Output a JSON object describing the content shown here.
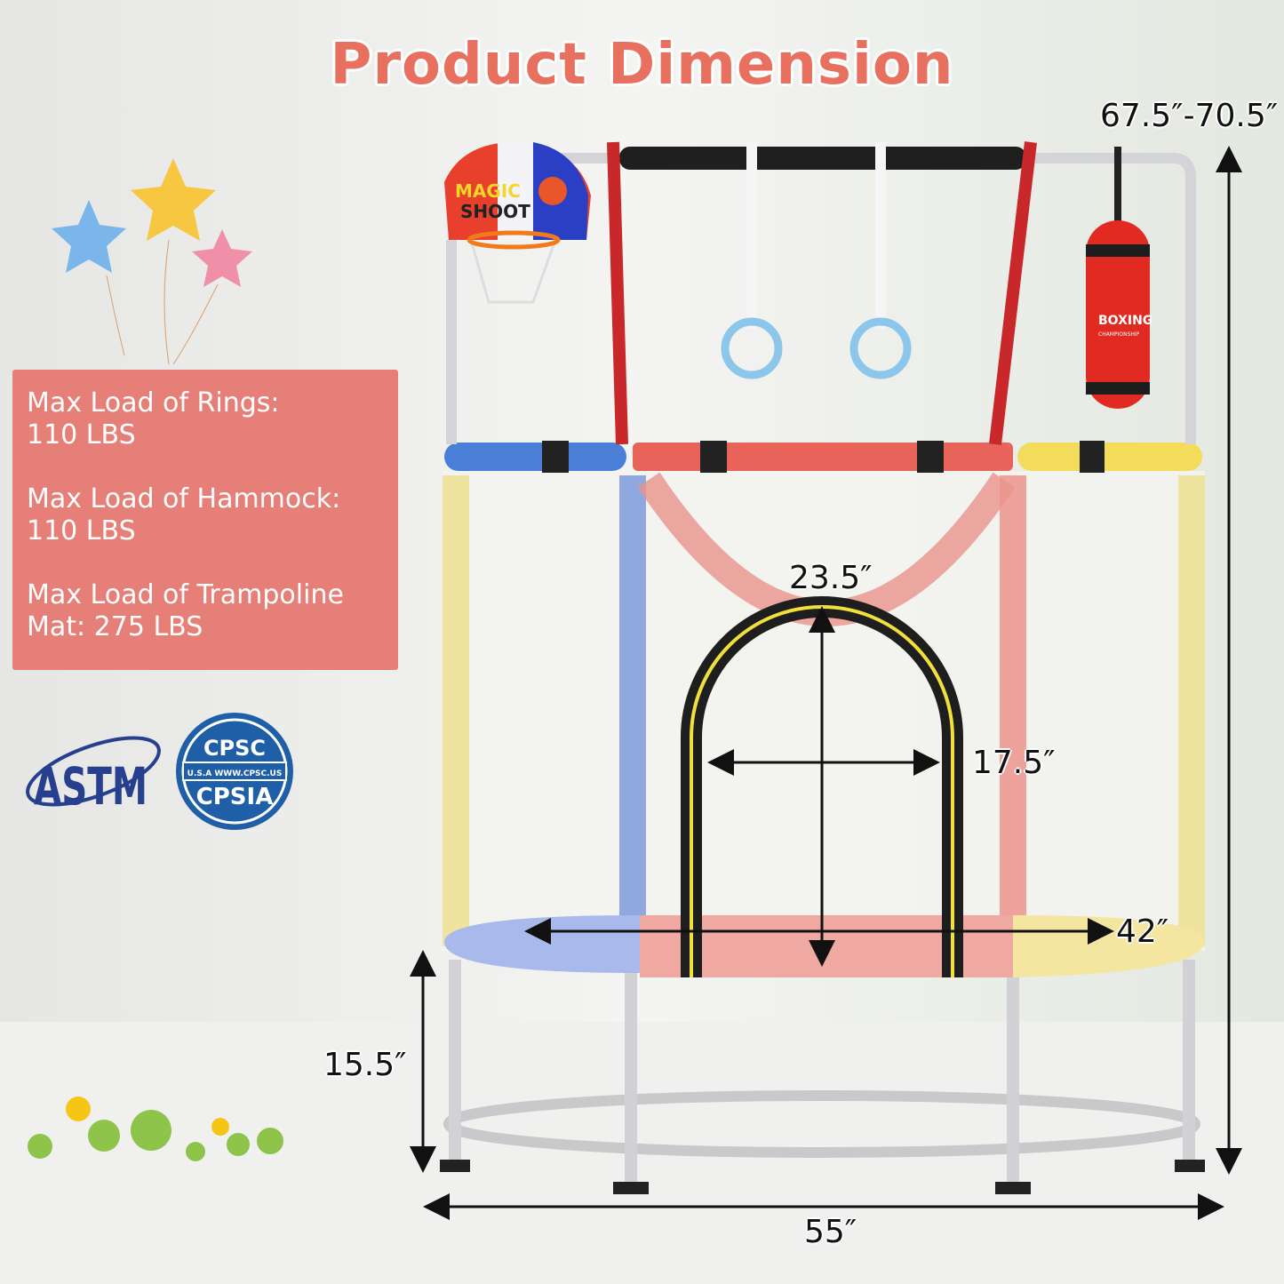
{
  "title": "Product Dimension",
  "specs": [
    {
      "label": "Max Load of Rings:",
      "value": "110 LBS"
    },
    {
      "label": "Max Load of Hammock:",
      "value": "110 LBS"
    },
    {
      "label": "Max Load of Trampoline",
      "value": "Mat: 275 LBS"
    }
  ],
  "dimensions": {
    "height": "67.5″-70.5″",
    "width": "55″",
    "leg_height": "15.5″",
    "mat_diameter": "42″",
    "door_height": "23.5″",
    "door_width": "17.5″"
  },
  "badges": {
    "astm": "ASTM",
    "cpsc_top": "CPSC",
    "cpsc_mid": "U.S.A WWW.CPSC.US",
    "cpsc_bottom": "CPSIA"
  },
  "accessories": {
    "hoop_text_1": "MAGIC",
    "hoop_text_2": "SHOOT",
    "bag_text_1": "BOXING",
    "bag_text_2": "CHAMPIONSHIP"
  },
  "colors": {
    "title": "#e8705e",
    "info_box": "#e57f77",
    "badge_blue": "#1f5fa8",
    "frame_red": "#e8635a",
    "frame_yellow": "#f2dc5a",
    "frame_blue": "#4a7fd8"
  }
}
